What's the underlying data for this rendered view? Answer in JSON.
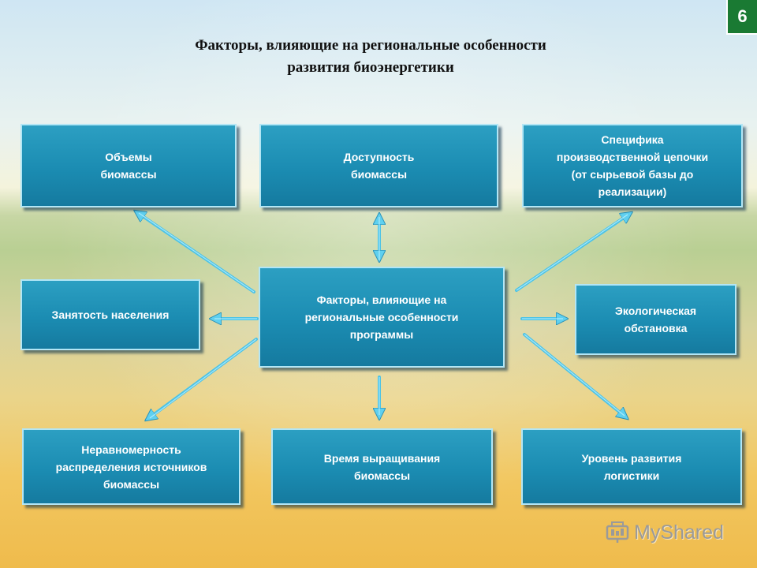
{
  "slide": {
    "number": "6",
    "title_line1": "Факторы, влияющие на региональные особенности",
    "title_line2": "развития биоэнергетики"
  },
  "diagram": {
    "center": "Факторы, влияющие на\nрегиональные особенности\nпрограммы",
    "boxes": {
      "volumes": "Объемы\nбиомассы",
      "availability": "Доступность\nбиомассы",
      "chain": "Специфика\nпроизводственной цепочки\n(от сырьевой базы до\nреализации)",
      "employment": "Занятость населения",
      "ecology": "Экологическая\nобстановка",
      "uneven": "Неравномерность\nраспределения источников\nбиомассы",
      "growth_time": "Время выращивания\nбиомассы",
      "logistics": "Уровень развития\nлогистики"
    }
  },
  "watermark": {
    "text": "MyShared"
  }
}
